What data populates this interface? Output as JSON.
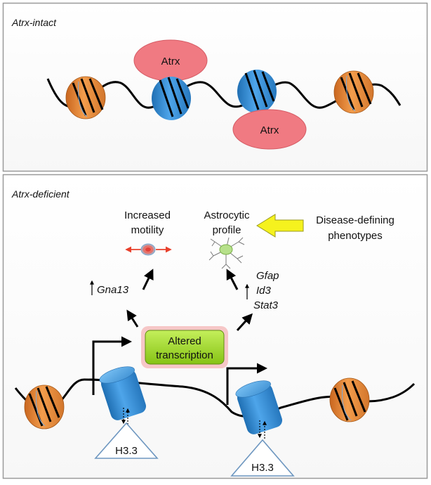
{
  "panels": {
    "top": {
      "title": "Atrx-intact"
    },
    "bottom": {
      "title": "Atrx-deficient"
    }
  },
  "labels": {
    "atrx_top": "Atrx",
    "atrx_bottom": "Atrx",
    "increased_line1": "Increased",
    "increased_line2": "motility",
    "astro_line1": "Astrocytic",
    "astro_line2": "profile",
    "disease_line1": "Disease-defining",
    "disease_line2": "phenotypes",
    "gna13": "Gna13",
    "gfap": "Gfap",
    "id3": "Id3",
    "stat3": "Stat3",
    "altered_line1": "Altered",
    "altered_line2": "transcription",
    "h33_left": "H3.3",
    "h33_right": "H3.3"
  },
  "colors": {
    "orange_nucleosome": "#e8893a",
    "blue_nucleosome": "#3a8fd6",
    "atrx_red": "#f07a82",
    "green_box": "#a3de28",
    "yellow_arrow": "#f5f21e",
    "cell_red": "#e2413a"
  }
}
